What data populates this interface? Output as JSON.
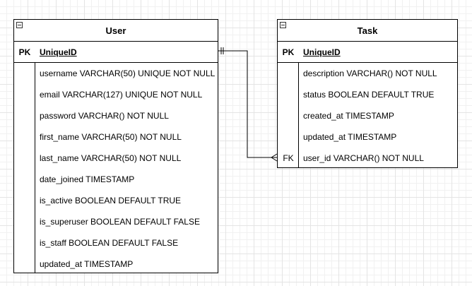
{
  "entities": {
    "user": {
      "title": "User",
      "pk_label": "PK",
      "pk_name": "UniqueID",
      "attributes": [
        "username VARCHAR(50) UNIQUE NOT NULL",
        "email VARCHAR(127) UNIQUE NOT NULL",
        "password VARCHAR() NOT NULL",
        "first_name VARCHAR(50) NOT NULL",
        "last_name VARCHAR(50) NOT NULL",
        "date_joined TIMESTAMP",
        "is_active BOOLEAN DEFAULT TRUE",
        "is_superuser BOOLEAN DEFAULT FALSE",
        "is_staff BOOLEAN DEFAULT FALSE",
        "updated_at TIMESTAMP"
      ]
    },
    "task": {
      "title": "Task",
      "pk_label": "PK",
      "pk_name": "UniqueID",
      "attributes": [
        "description VARCHAR() NOT NULL",
        "status BOOLEAN DEFAULT TRUE",
        "created_at TIMESTAMP",
        "updated_at TIMESTAMP",
        "user_id VARCHAR() NOT NULL"
      ],
      "fk_label": "FK"
    }
  }
}
